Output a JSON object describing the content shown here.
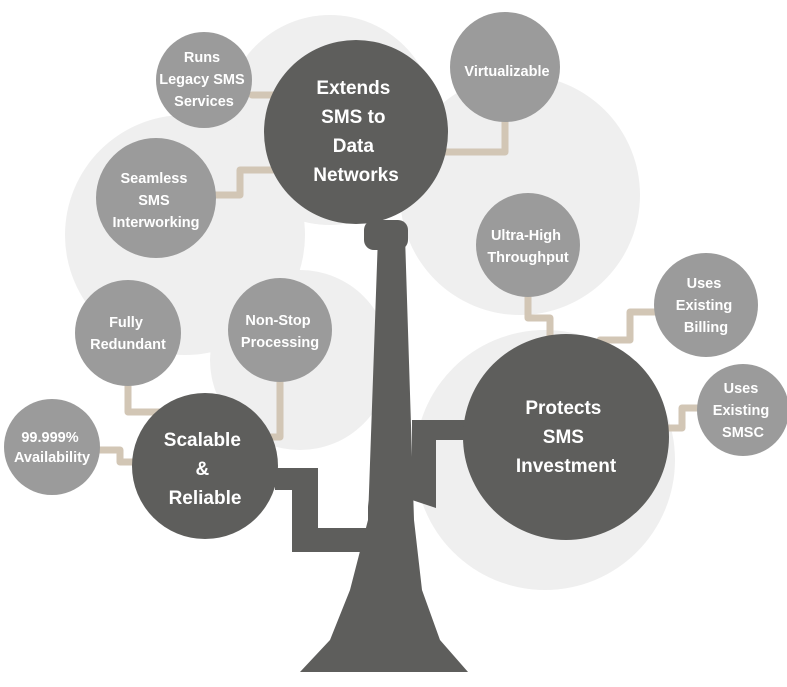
{
  "diagram": {
    "main_nodes": [
      {
        "id": "extends",
        "lines": [
          "Extends",
          "SMS to",
          "Data",
          "Networks"
        ]
      },
      {
        "id": "scalable",
        "lines": [
          "Scalable",
          "&",
          "Reliable"
        ]
      },
      {
        "id": "protects",
        "lines": [
          "Protects",
          "SMS",
          "Investment"
        ]
      }
    ],
    "sub_nodes": [
      {
        "id": "runs-legacy",
        "lines": [
          "Runs",
          "Legacy SMS",
          "Services"
        ],
        "parent": "extends"
      },
      {
        "id": "virtualizable",
        "lines": [
          "Virtualizable"
        ],
        "parent": "extends"
      },
      {
        "id": "seamless",
        "lines": [
          "Seamless",
          "SMS",
          "Interworking"
        ],
        "parent": "extends"
      },
      {
        "id": "fully-redundant",
        "lines": [
          "Fully",
          "Redundant"
        ],
        "parent": "scalable"
      },
      {
        "id": "non-stop",
        "lines": [
          "Non-Stop",
          "Processing"
        ],
        "parent": "scalable"
      },
      {
        "id": "availability",
        "lines": [
          "99.999%",
          "Availability"
        ],
        "parent": "scalable"
      },
      {
        "id": "ultra-high",
        "lines": [
          "Ultra-High",
          "Throughput"
        ],
        "parent": "protects"
      },
      {
        "id": "billing",
        "lines": [
          "Uses",
          "Existing",
          "Billing"
        ],
        "parent": "protects"
      },
      {
        "id": "smsc",
        "lines": [
          "Uses",
          "Existing",
          "SMSC"
        ],
        "parent": "protects"
      }
    ],
    "colors": {
      "trunk": "#5e5e5c",
      "main_node": "#5e5e5c",
      "sub_node": "#9b9b9b",
      "connector": "#d2c6b5",
      "background_circle": "#efefef",
      "label": "#ffffff"
    }
  }
}
